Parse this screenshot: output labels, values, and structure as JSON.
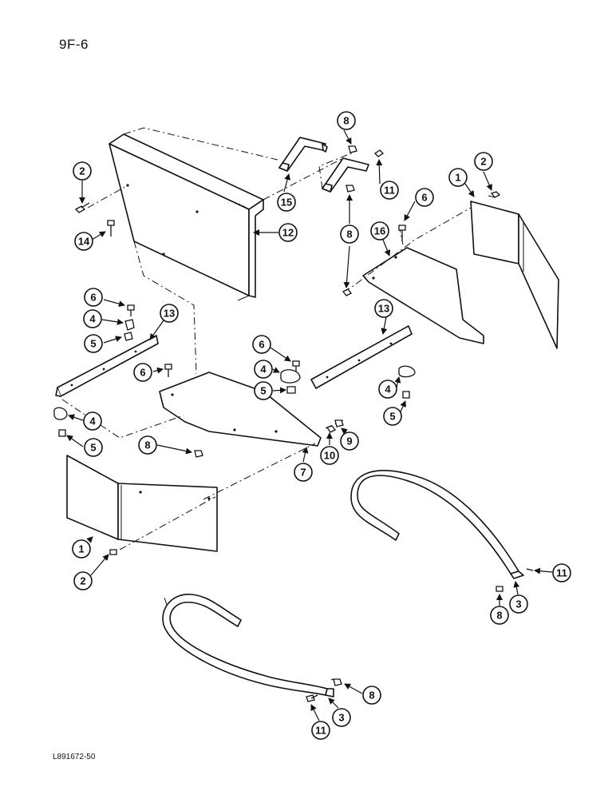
{
  "page": {
    "label": "9F-6",
    "figure_code": "L891672-50"
  },
  "callouts": [
    "1",
    "1",
    "2",
    "2",
    "2",
    "3",
    "3",
    "4",
    "4",
    "4",
    "5",
    "5",
    "5",
    "6",
    "6",
    "6",
    "6",
    "7",
    "8",
    "8",
    "8",
    "8",
    "8",
    "9",
    "10",
    "11",
    "11",
    "11",
    "12",
    "13",
    "13",
    "14",
    "15",
    "16"
  ]
}
